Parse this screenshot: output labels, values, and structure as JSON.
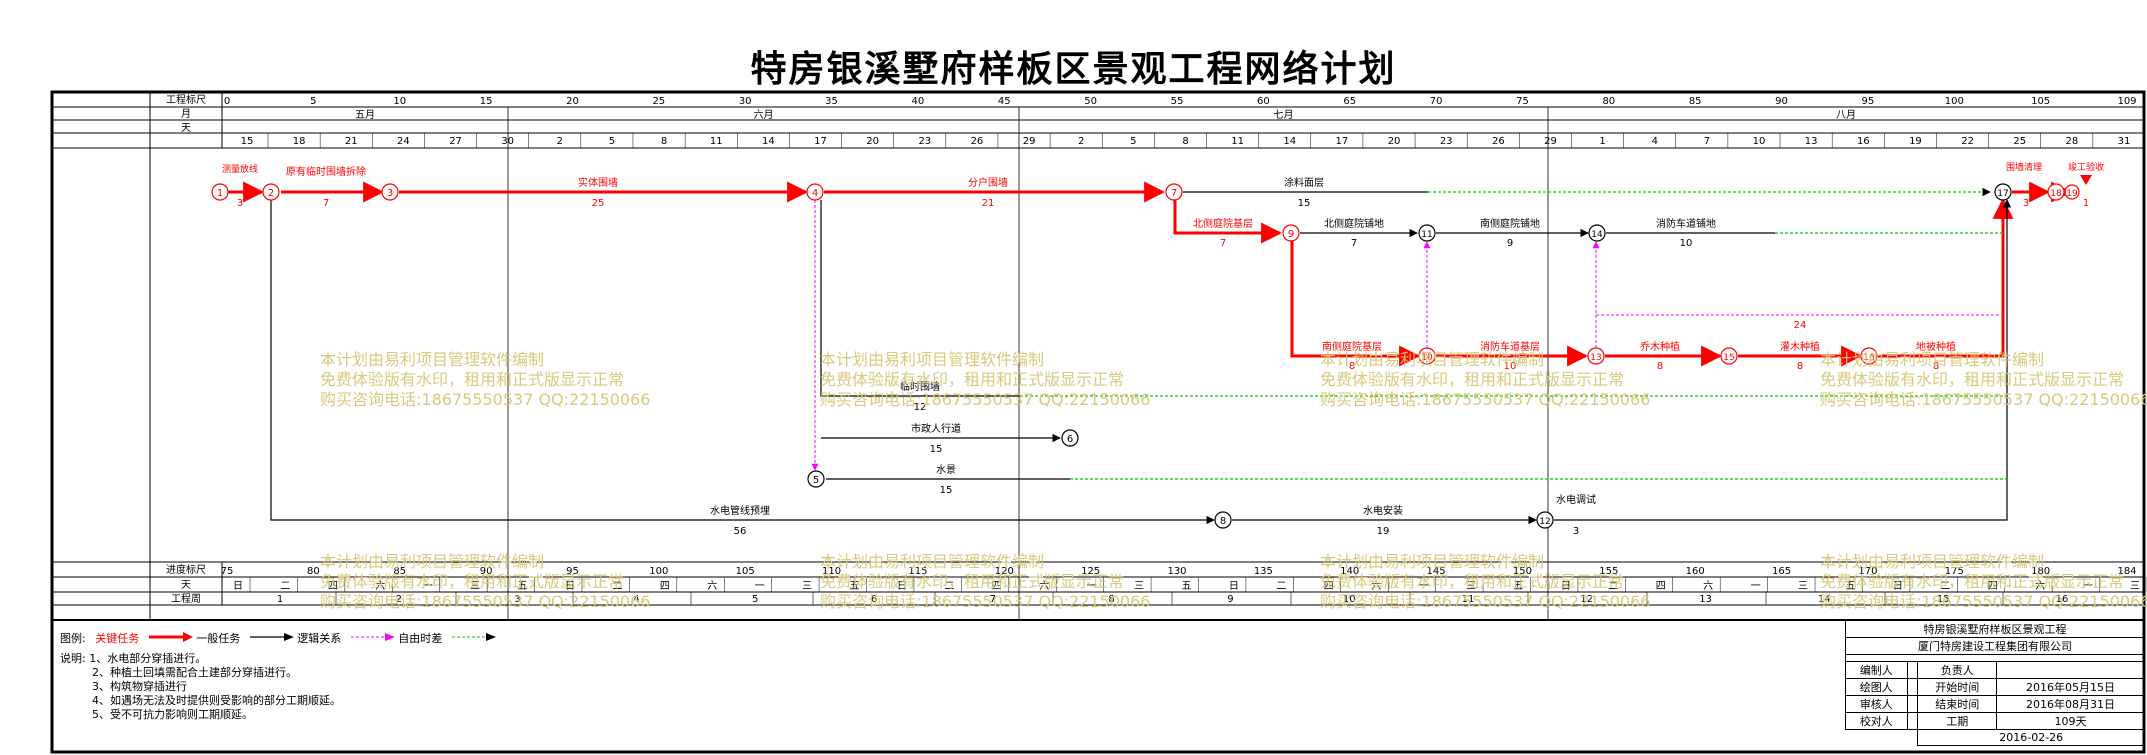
{
  "title": "特房银溪墅府样板区景观工程网络计划",
  "colors": {
    "critical": "#ff0000",
    "normal": "#000000",
    "free_float": "#00cc00",
    "logic": "#ff00ff",
    "watermark": "#d7c777"
  },
  "header": {
    "label_scale": "工程标尺",
    "label_month": "月",
    "label_day": "天",
    "scale_ticks": [
      "0",
      "5",
      "10",
      "15",
      "20",
      "25",
      "30",
      "35",
      "40",
      "45",
      "50",
      "55",
      "60",
      "65",
      "70",
      "75",
      "80",
      "85",
      "90",
      "95",
      "100",
      "105",
      "109"
    ],
    "months": [
      "五月",
      "六月",
      "七月",
      "八月"
    ],
    "days": [
      "15",
      "18",
      "21",
      "24",
      "27",
      "30",
      "2",
      "5",
      "8",
      "11",
      "14",
      "17",
      "20",
      "23",
      "26",
      "29",
      "2",
      "5",
      "8",
      "11",
      "14",
      "17",
      "20",
      "23",
      "26",
      "29",
      "1",
      "4",
      "7",
      "10",
      "13",
      "16",
      "19",
      "22",
      "25",
      "28",
      "31"
    ]
  },
  "footer": {
    "label_progress": "进度标尺",
    "label_day": "天",
    "label_week": "工程周",
    "progress_ticks": [
      "75",
      "80",
      "85",
      "90",
      "95",
      "100",
      "105",
      "110",
      "115",
      "120",
      "125",
      "130",
      "135",
      "140",
      "145",
      "150",
      "155",
      "160",
      "165",
      "170",
      "175",
      "180",
      "184"
    ],
    "weekdays": [
      "日",
      "二",
      "四",
      "六",
      "一",
      "三",
      "五",
      "日",
      "二",
      "四",
      "六",
      "一",
      "三",
      "五",
      "日",
      "二",
      "四",
      "六",
      "一",
      "三",
      "五",
      "日",
      "二",
      "四",
      "六",
      "一",
      "三",
      "五",
      "日",
      "二",
      "四",
      "六",
      "一",
      "三",
      "五",
      "日",
      "二",
      "四",
      "六",
      "一",
      "三"
    ],
    "weeks": [
      "1",
      "2",
      "3",
      "4",
      "5",
      "6",
      "7",
      "8",
      "9",
      "10",
      "11",
      "12",
      "13",
      "14",
      "15",
      "16"
    ]
  },
  "nodes": [
    "1",
    "2",
    "3",
    "4",
    "5",
    "6",
    "7",
    "8",
    "9",
    "10",
    "11",
    "12",
    "13",
    "14",
    "15",
    "16",
    "17",
    "18",
    "19"
  ],
  "tasks": [
    {
      "name": "测量放线",
      "duration": "3",
      "type": "critical"
    },
    {
      "name": "原有临时围墙拆除",
      "duration": "7",
      "type": "critical"
    },
    {
      "name": "实体围墙",
      "duration": "25",
      "type": "critical"
    },
    {
      "name": "分户围墙",
      "duration": "21",
      "type": "critical"
    },
    {
      "name": "涂料面层",
      "duration": "15",
      "type": "normal"
    },
    {
      "name": "北侧庭院基层",
      "duration": "7",
      "type": "critical"
    },
    {
      "name": "北侧庭院铺地",
      "duration": "7",
      "type": "normal"
    },
    {
      "name": "南侧庭院铺地",
      "duration": "9",
      "type": "normal"
    },
    {
      "name": "消防车道铺地",
      "duration": "10",
      "type": "normal"
    },
    {
      "name": "南侧庭院基层",
      "duration": "8",
      "type": "critical"
    },
    {
      "name": "消防车道基层",
      "duration": "10",
      "type": "critical"
    },
    {
      "name": "乔木种植",
      "duration": "8",
      "type": "critical"
    },
    {
      "name": "灌木种植",
      "duration": "8",
      "type": "critical"
    },
    {
      "name": "地被种植",
      "duration": "8",
      "type": "critical"
    },
    {
      "name": "临时围墙",
      "duration": "12",
      "type": "normal"
    },
    {
      "name": "市政人行道",
      "duration": "15",
      "type": "normal"
    },
    {
      "name": "水景",
      "duration": "15",
      "type": "normal"
    },
    {
      "name": "水电管线预埋",
      "duration": "56",
      "type": "normal"
    },
    {
      "name": "水电安装",
      "duration": "19",
      "type": "normal"
    },
    {
      "name": "水电调试",
      "duration": "3",
      "type": "normal"
    },
    {
      "name": "围墙清理",
      "duration": "3",
      "type": "critical"
    },
    {
      "name": "竣工验收",
      "duration": "1",
      "type": "critical"
    }
  ],
  "float_24": "24",
  "watermark": {
    "line1": "本计划由易利项目管理软件编制",
    "line2": "免费体验版有水印，租用和正式版显示正常",
    "line3": "购买咨询电话:18675550537 QQ:22150066"
  },
  "legend": {
    "label": "图例:",
    "critical": "关键任务",
    "normal": "一般任务",
    "logic": "逻辑关系",
    "free_float": "自由时差"
  },
  "notes": {
    "heading": "说明:",
    "items": [
      "1、水电部分穿插进行。",
      "2、种植土回填需配合土建部分穿插进行。",
      "3、构筑物穿插进行",
      "4、如遇场无法及时提供则受影响的部分工期顺延。",
      "5、受不可抗力影响则工期顺延。"
    ]
  },
  "title_block": {
    "project": "特房银溪墅府样板区景观工程",
    "company": "厦门特房建设工程集团有限公司",
    "preparer_label": "编制人",
    "responsible_label": "负责人",
    "drafter_label": "绘图人",
    "start_label": "开始时间",
    "start_value": "2016年05月15日",
    "reviewer_label": "审核人",
    "end_label": "结束时间",
    "end_value": "2016年08月31日",
    "checker_label": "校对人",
    "duration_label": "工期",
    "duration_value": "109天",
    "date": "2016-02-26"
  }
}
